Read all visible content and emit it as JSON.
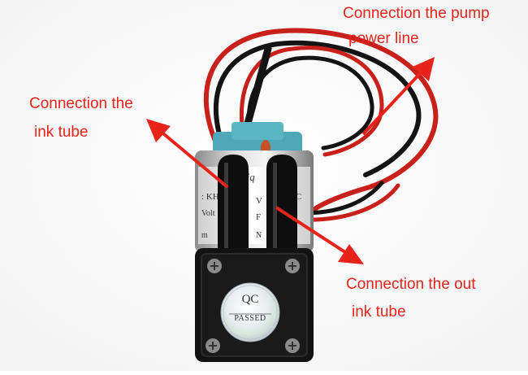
{
  "annotations": {
    "power_line": {
      "line1": "Connection the pump",
      "line2": "power line"
    },
    "ink_tube": {
      "line1": "Connection the",
      "line2": "ink tube"
    },
    "out_ink_tube": {
      "line1": "Connection the out",
      "line2": "ink tube"
    }
  },
  "badge": {
    "line1": "QC",
    "line2": "PASSED"
  },
  "colors": {
    "annotation": "#e8231a",
    "wire_red": "#c8201a",
    "wire_black": "#141414",
    "cap": "#4fa8b8"
  }
}
